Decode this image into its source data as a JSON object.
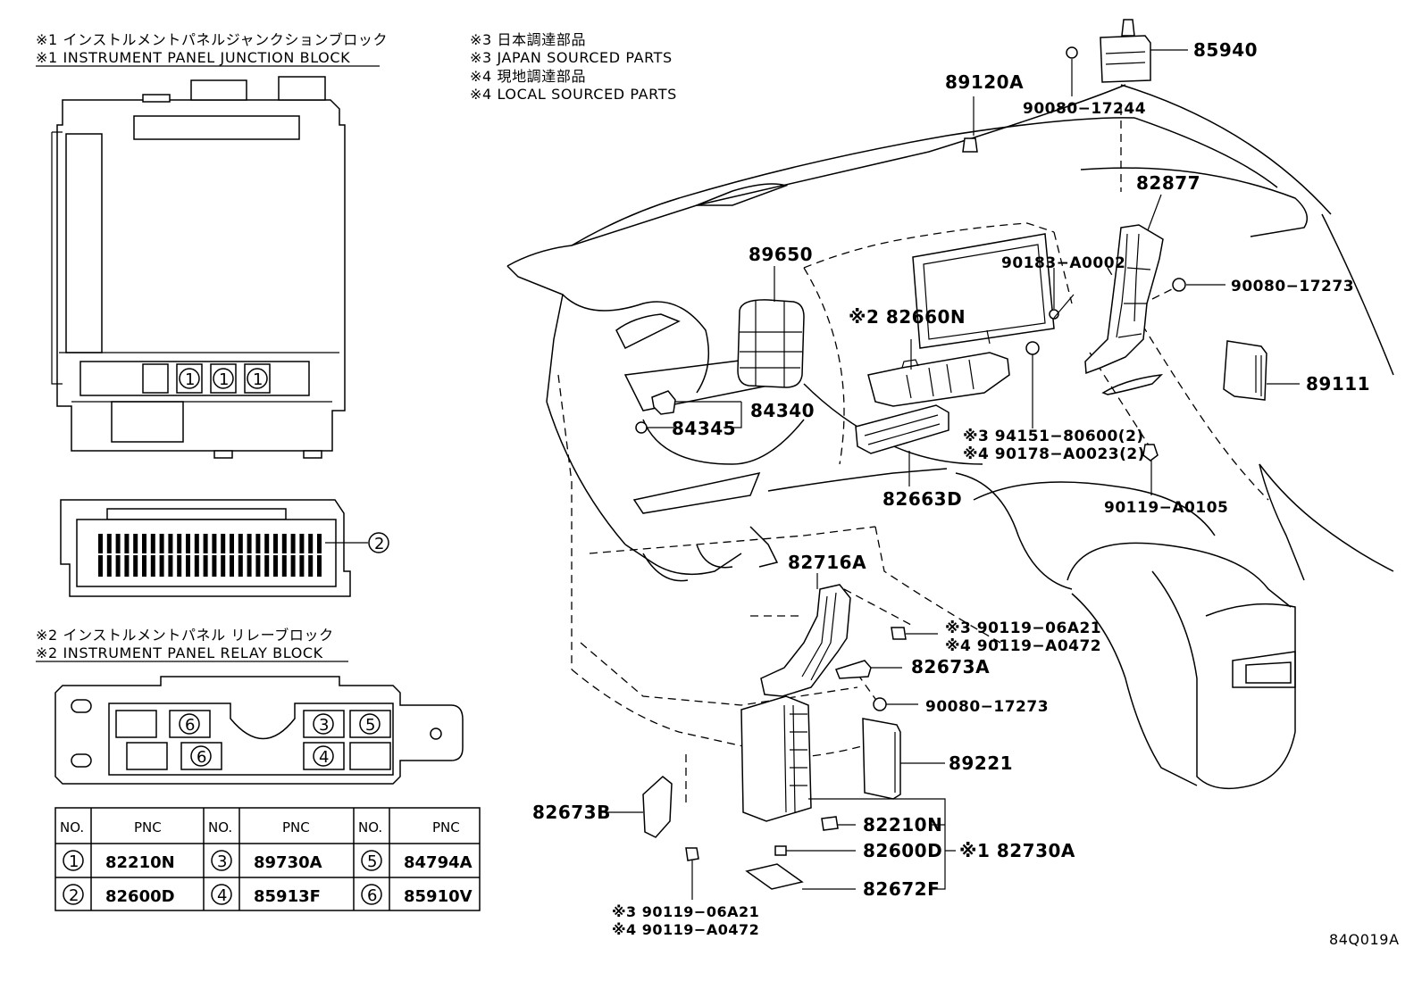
{
  "notes": {
    "n1_jp": "※1 インストルメントパネルジャンクションブロック",
    "n1_en": "※1 INSTRUMENT PANEL JUNCTION BLOCK",
    "n2_jp": "※2 インストルメントパネル リレーブロック",
    "n2_en": "※2 INSTRUMENT PANEL RELAY BLOCK",
    "n3_jp": "※3 日本調達部品",
    "n3_en": "※3 JAPAN SOURCED PARTS",
    "n4_jp": "※4 現地調達部品",
    "n4_en": "※4 LOCAL SOURCED PARTS"
  },
  "circled": {
    "c1": "1",
    "c2": "2",
    "c3": "3",
    "c4": "4",
    "c5": "5",
    "c6": "6"
  },
  "parts": {
    "p85940": "85940",
    "p90080_17244": "90080−17244",
    "p89120A": "89120A",
    "p82877": "82877",
    "p90183": "90183−A0002",
    "p90080_17273a": "90080−17273",
    "p89650": "89650",
    "p82660N": "※2 82660N",
    "p89111": "89111",
    "p84340": "84340",
    "p84345": "84345",
    "p94151": "※3 94151−80600(2)",
    "p90178": "※4 90178−A0023(2)",
    "p82663D": "82663D",
    "p90119_A0105": "90119−A0105",
    "p82716A": "82716A",
    "p90119_06A21a": "※3 90119−06A21",
    "p90119_A0472a": "※4 90119−A0472",
    "p82673A": "82673A",
    "p90080_17273b": "90080−17273",
    "p89221": "89221",
    "p82673B": "82673B",
    "p82210N": "82210N",
    "p82600D": "82600D",
    "p82672F": "82672F",
    "p82730A": "※1 82730A",
    "p90119_06A21b": "※3 90119−06A21",
    "p90119_A0472b": "※4 90119−A0472"
  },
  "table": {
    "headers": [
      "NO.",
      "PNC",
      "NO.",
      "PNC",
      "NO.",
      "PNC"
    ],
    "rows": [
      {
        "n1": "1",
        "p1": "82210N",
        "n2": "3",
        "p2": "89730A",
        "n3": "5",
        "p3": "84794A"
      },
      {
        "n1": "2",
        "p1": "82600D",
        "n2": "4",
        "p2": "85913F",
        "n3": "6",
        "p3": "85910V"
      }
    ]
  },
  "figure_code": "84Q019A"
}
